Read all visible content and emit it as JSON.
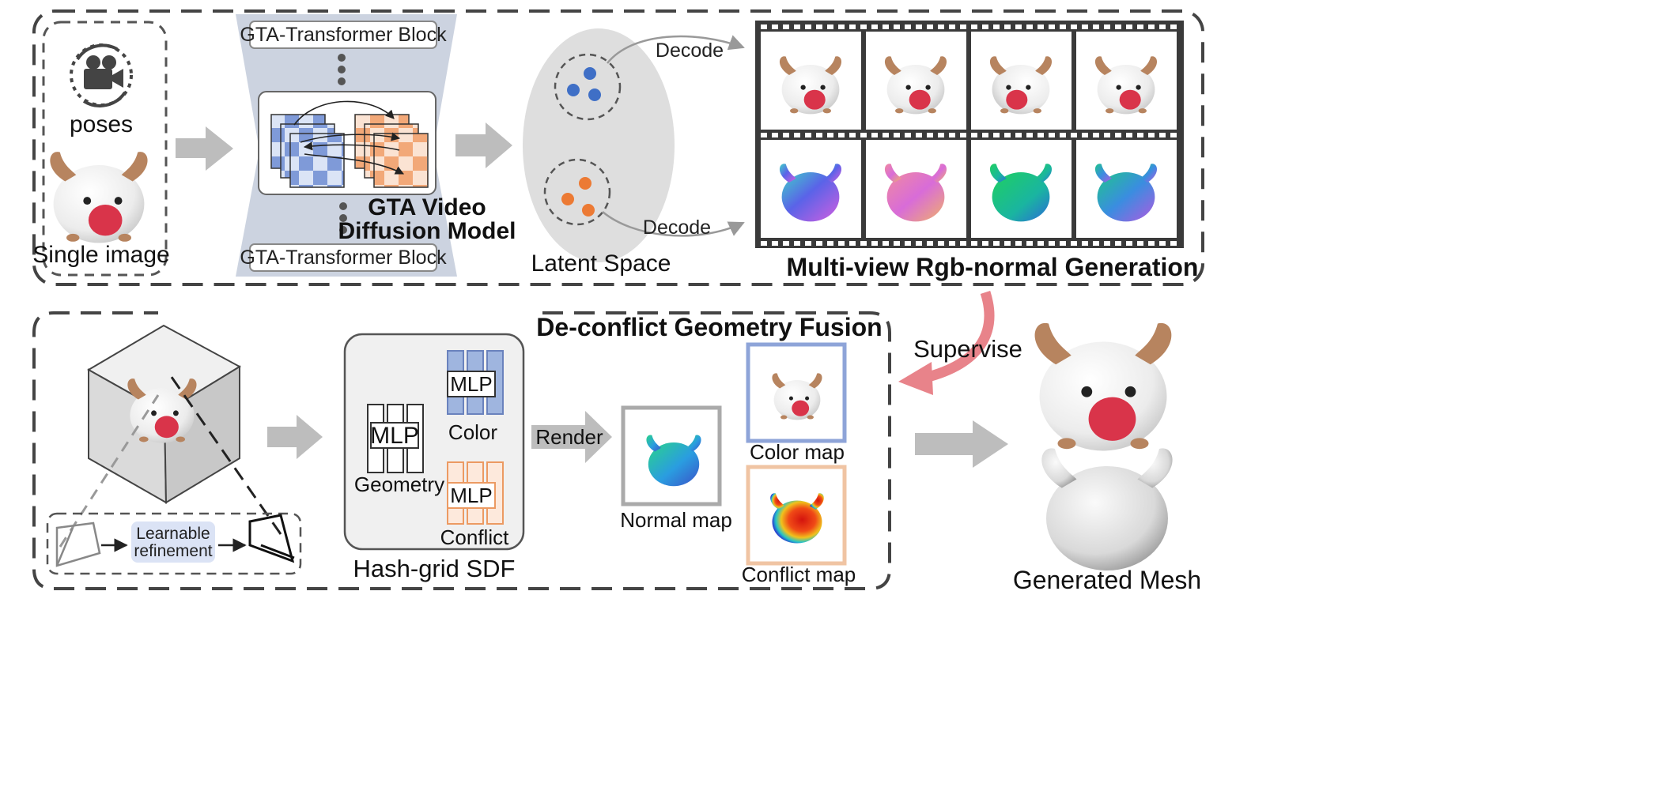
{
  "top": {
    "input": {
      "poses_label": "poses",
      "image_label": "Single image",
      "camera_icon": "rotating-video-camera-icon"
    },
    "model": {
      "top_block": "GTA-Transformer Block",
      "bottom_block": "GTA-Transformer Block",
      "title_line1": "GTA Video",
      "title_line2": "Diffusion Model"
    },
    "latent": {
      "label": "Latent Space",
      "decode_top": "Decode",
      "decode_bottom": "Decode",
      "colors": {
        "rgb": "#3f6fc6",
        "normal": "#ec7a34"
      }
    },
    "output": {
      "title": "Multi-view Rgb-normal Generation",
      "rgb_views": 4,
      "normal_views": 4
    }
  },
  "bottom": {
    "title": "De-conflict Geometry Fusion",
    "camera": {
      "refine_label_line1": "Learnable",
      "refine_label_line2": "refinement"
    },
    "sdf": {
      "title": "Hash-grid SDF",
      "geometry_mlp": "MLP",
      "geometry_label": "Geometry",
      "color_mlp": "MLP",
      "color_label": "Color",
      "conflict_mlp": "MLP",
      "conflict_label": "Conflict"
    },
    "render_label": "Render",
    "normal_map_label": "Normal map",
    "color_map_label": "Color map",
    "conflict_map_label": "Conflict map",
    "supervise_label": "Supervise",
    "result_label": "Generated Mesh"
  },
  "colors": {
    "arrow_gray": "#bdbdbd",
    "supervise_arrow": "#e8838a",
    "color_mlp_fill": "#9fb5df",
    "conflict_mlp_stroke": "#ec9a62",
    "color_map_border": "#8ea4d8",
    "conflict_map_border": "#f0c4a3",
    "refine_box": "#dbe3f5"
  }
}
